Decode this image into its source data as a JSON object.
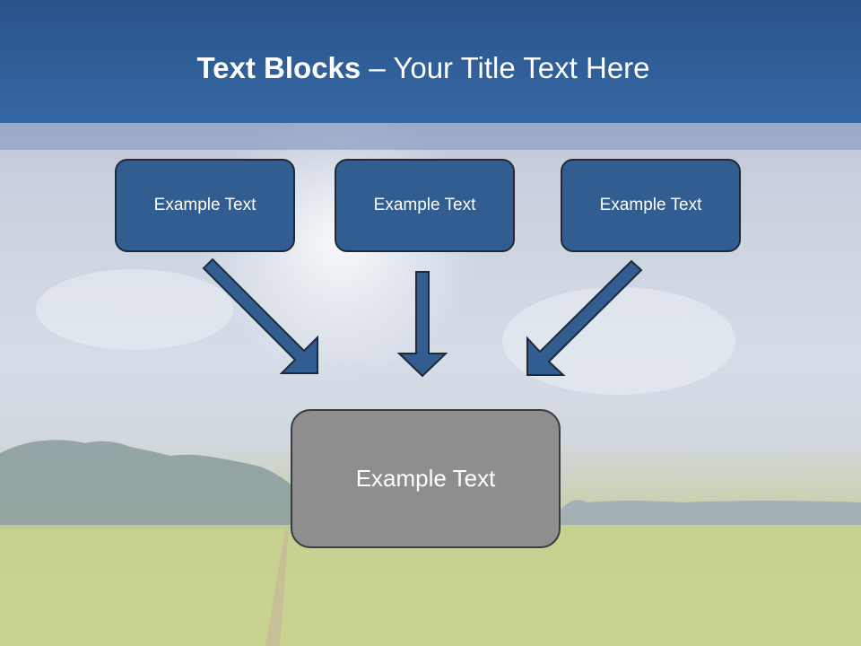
{
  "slide": {
    "title_bold": "Text Blocks",
    "title_rest": " – Your Title Text Here"
  },
  "blocks": {
    "top": [
      {
        "label": "Example Text"
      },
      {
        "label": "Example Text"
      },
      {
        "label": "Example Text"
      }
    ],
    "bottom": {
      "label": "Example Text"
    }
  },
  "colors": {
    "title_bar": "#3468a5",
    "block_fill": "#325d91",
    "target_fill": "#8e8e8e",
    "arrow_fill": "#325d91"
  }
}
